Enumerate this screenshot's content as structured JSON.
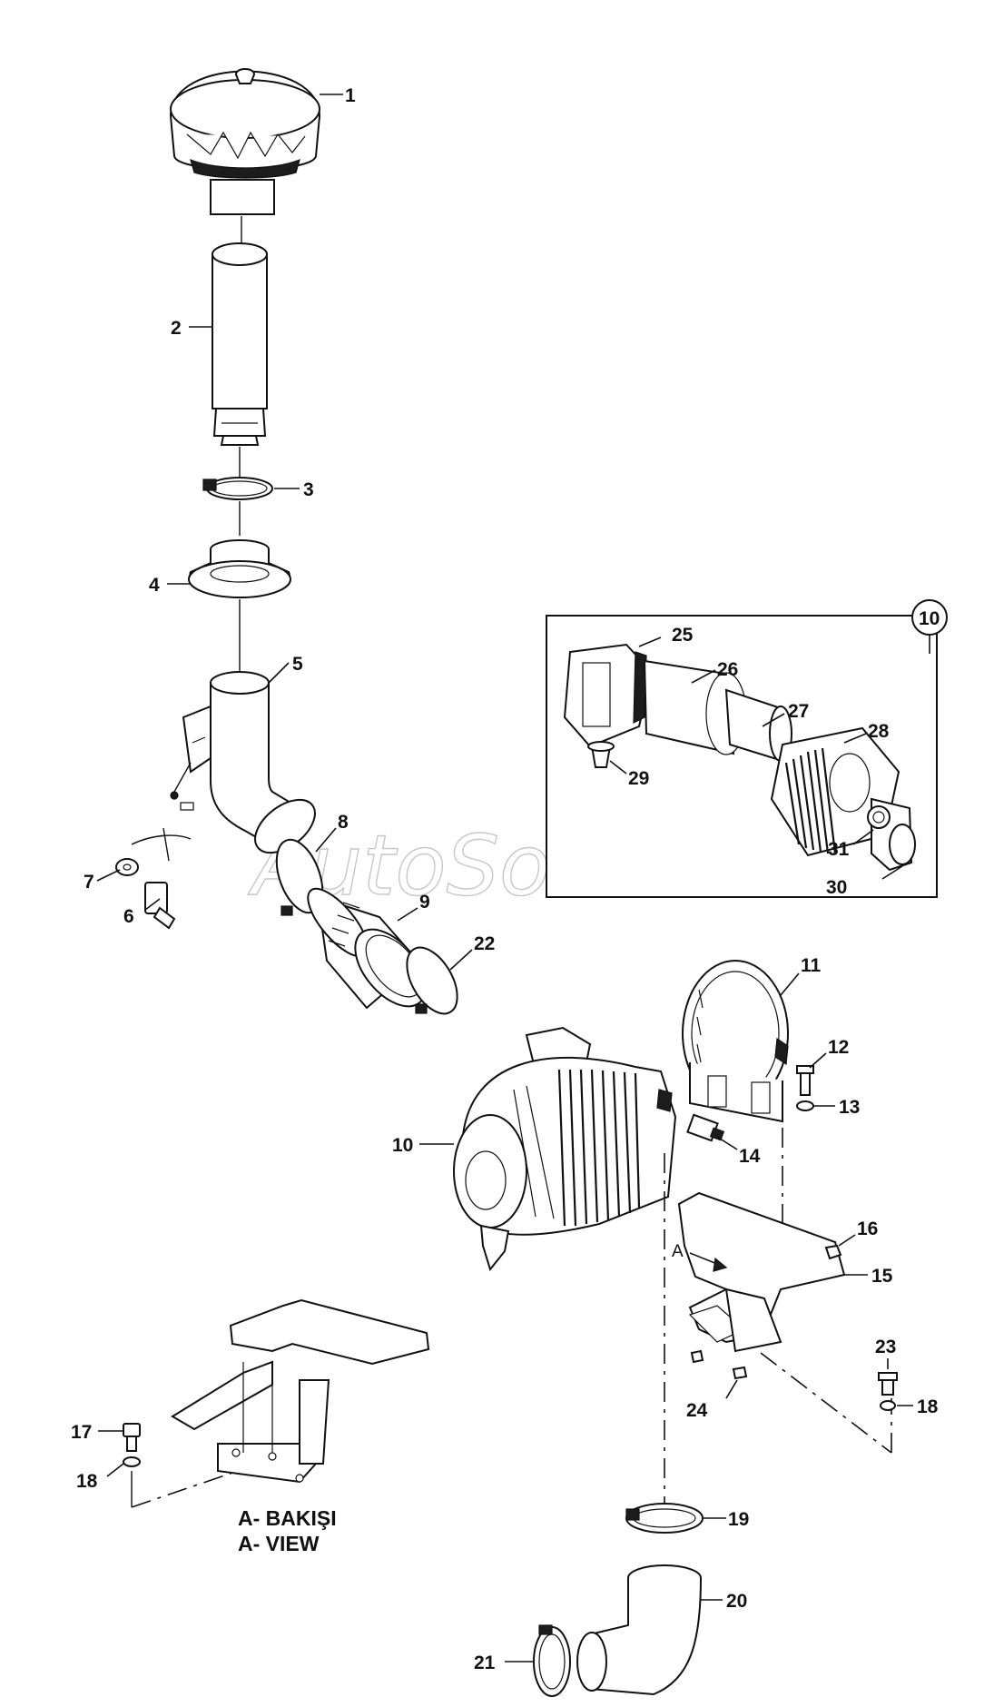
{
  "callouts": {
    "c1": "1",
    "c2": "2",
    "c3": "3",
    "c4": "4",
    "c5": "5",
    "c6": "6",
    "c7": "7",
    "c8": "8",
    "c9": "9",
    "c10": "10",
    "c10b": "10",
    "c11": "11",
    "c12": "12",
    "c13": "13",
    "c14": "14",
    "c15": "15",
    "c16": "16",
    "c17": "17",
    "c18a": "18",
    "c18b": "18",
    "c19": "19",
    "c20": "20",
    "c21": "21",
    "c22": "22",
    "c23": "23",
    "c24": "24",
    "c25": "25",
    "c26": "26",
    "c27": "27",
    "c28": "28",
    "c29": "29",
    "c30": "30",
    "c31": "31"
  },
  "view_arrow_label": "A",
  "caption": {
    "line1": "A- BAKIŞI",
    "line2": "A- VIEW"
  },
  "watermark": "AutoSoft"
}
